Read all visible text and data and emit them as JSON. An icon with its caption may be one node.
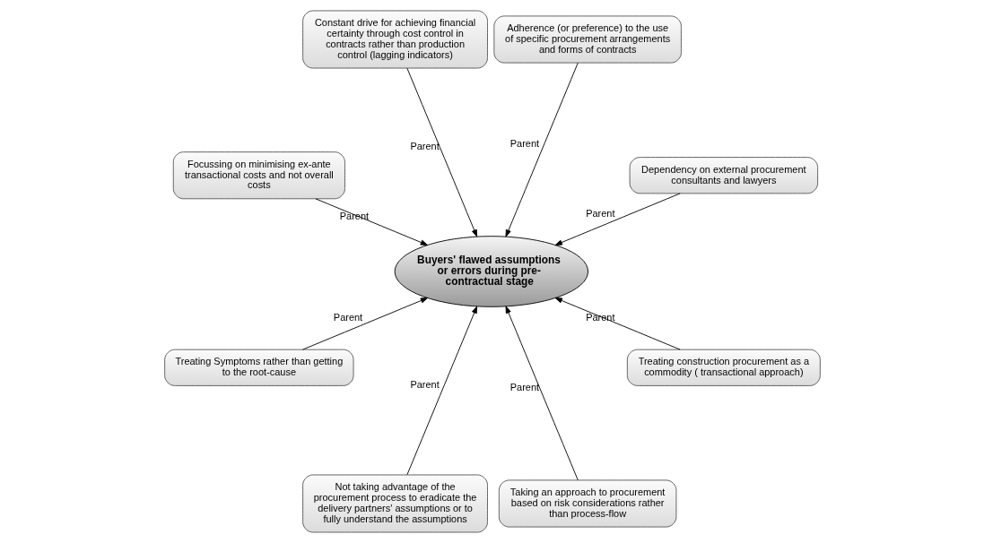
{
  "diagram": {
    "nodes": [
      {
        "text": [
          "Buyers' flawed assumptions or errors during pre-contractual stage"
        ]
      },
      {
        "text": [
          "Dependency on external procurement consultants and lawyers"
        ]
      },
      {
        "text": [
          "Adherence (or preference) to the use of specific procurement arrangements and forms of contracts"
        ]
      },
      {
        "text": [
          "Constant drive for achieving financial certainty through cost control in contracts rather than production control (lagging indicators)"
        ]
      },
      {
        "text": [
          "Focussing on minimising ex-ante transactional costs and not overall costs"
        ]
      },
      {
        "text": [
          "Treating Symptoms rather than getting to the root-cause"
        ]
      },
      {
        "text": [
          "Not taking advantage of the procurement process to eradicate the delivery partners' assumptions or to fully understand the assumptions"
        ]
      },
      {
        "text": [
          "Taking an approach to procurement based on risk considerations rather than process-flow"
        ]
      },
      {
        "text": [
          "Treating construction procurement as a commodity ( transactional approach)"
        ]
      }
    ],
    "edges": [
      {
        "from": 1,
        "to": 0,
        "arrow": "to",
        "label": "Parent"
      },
      {
        "from": 2,
        "to": 0,
        "arrow": "to",
        "label": "Parent"
      },
      {
        "from": 3,
        "to": 0,
        "arrow": "to",
        "label": "Parent"
      },
      {
        "from": 4,
        "to": 0,
        "arrow": "to",
        "label": "Parent"
      },
      {
        "from": 5,
        "to": 0,
        "arrow": "to",
        "label": "Parent"
      },
      {
        "from": 6,
        "to": 0,
        "arrow": "to",
        "label": "Parent"
      },
      {
        "from": 7,
        "to": 0,
        "arrow": "to",
        "label": "Parent"
      },
      {
        "from": 8,
        "to": 0,
        "arrow": "to",
        "label": "Parent"
      }
    ]
  }
}
